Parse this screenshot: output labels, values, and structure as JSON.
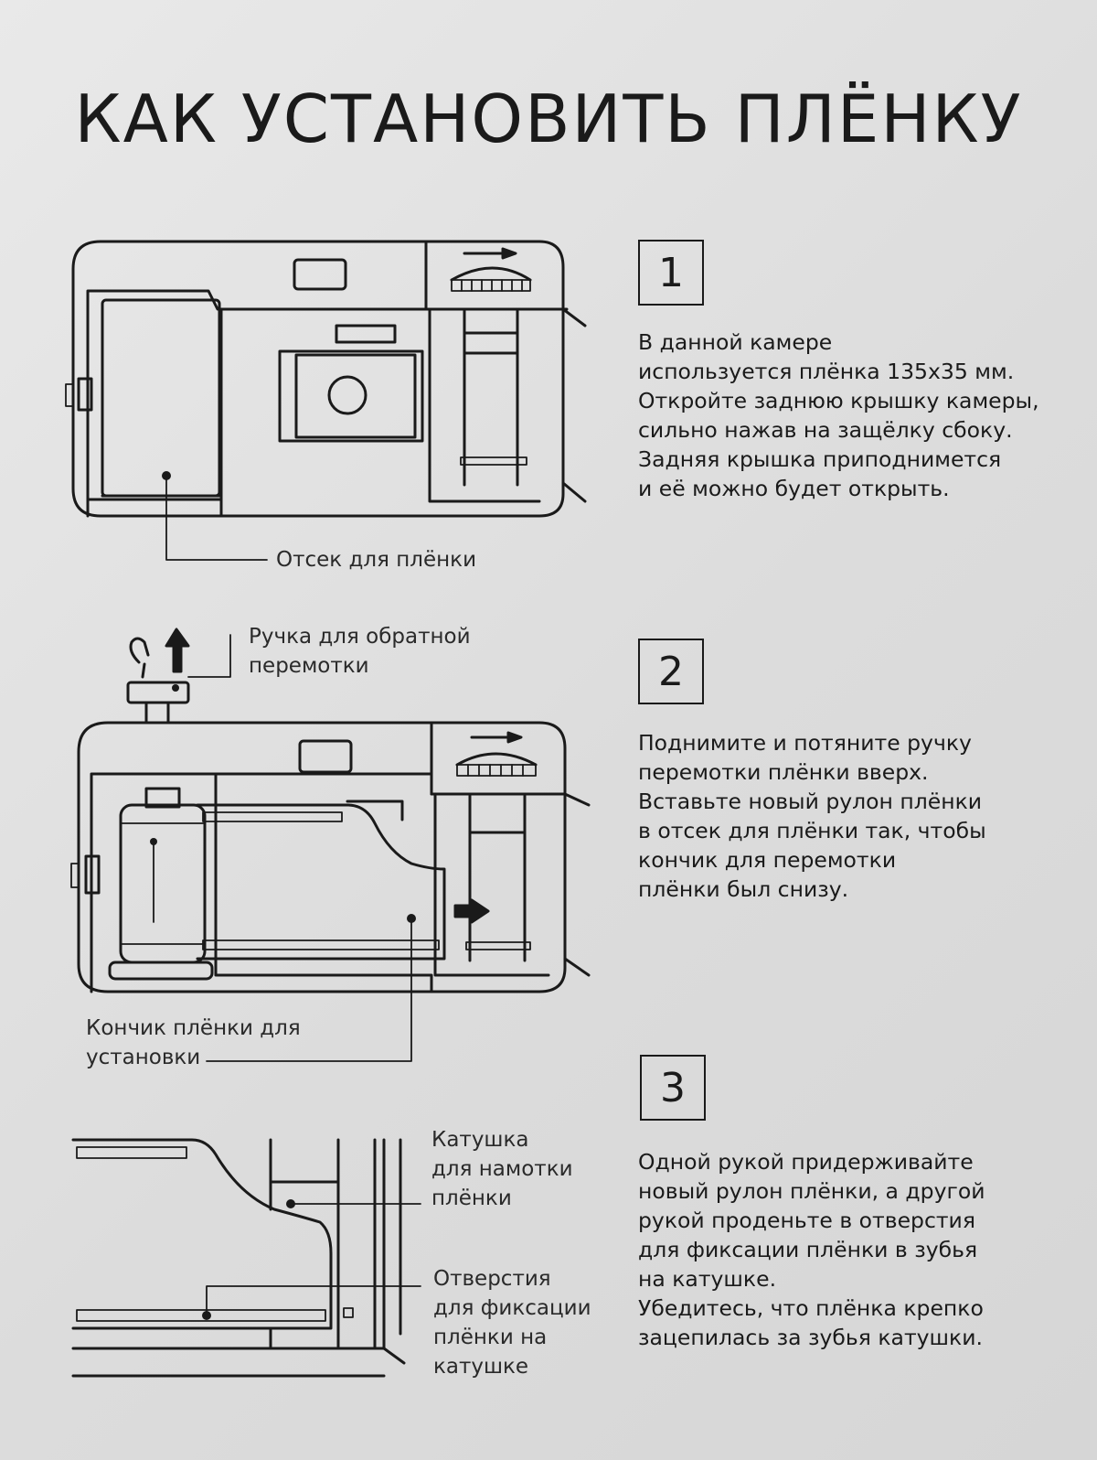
{
  "title": "КАК УСТАНОВИТЬ ПЛЁНКУ",
  "steps": [
    {
      "number": "1",
      "text": "В данной камере\nиспользуется плёнка 135x35 мм.\nОткройте заднюю крышку камеры,\nсильно нажав на защёлку сбоку.\nЗадняя крышка приподнимется\nи её можно будет открыть."
    },
    {
      "number": "2",
      "text": "Поднимите и потяните ручку\nперемотки плёнки вверх.\nВставьте новый рулон плёнки\nв отсек для плёнки так, чтобы\nкончик для перемотки\nплёнки был снизу."
    },
    {
      "number": "3",
      "text": "Одной рукой придерживайте\nновый рулон плёнки, а другой\nрукой проденьте в отверстия\nдля фиксации плёнки в зубья\nна катушке.\nУбедитесь, что плёнка крепко\nзацепилась за зубья катушки."
    }
  ],
  "labels": {
    "film_compartment": "Отсек для плёнки",
    "rewind_knob": "Ручка для обратной\nперемотки",
    "film_tip": "Кончик плёнки для\nустановки",
    "takeup_spool": "Катушка\nдля намотки\nплёнки",
    "sprocket_holes": "Отверстия\nдля фиксации\nплёнки на\nкатушке"
  }
}
